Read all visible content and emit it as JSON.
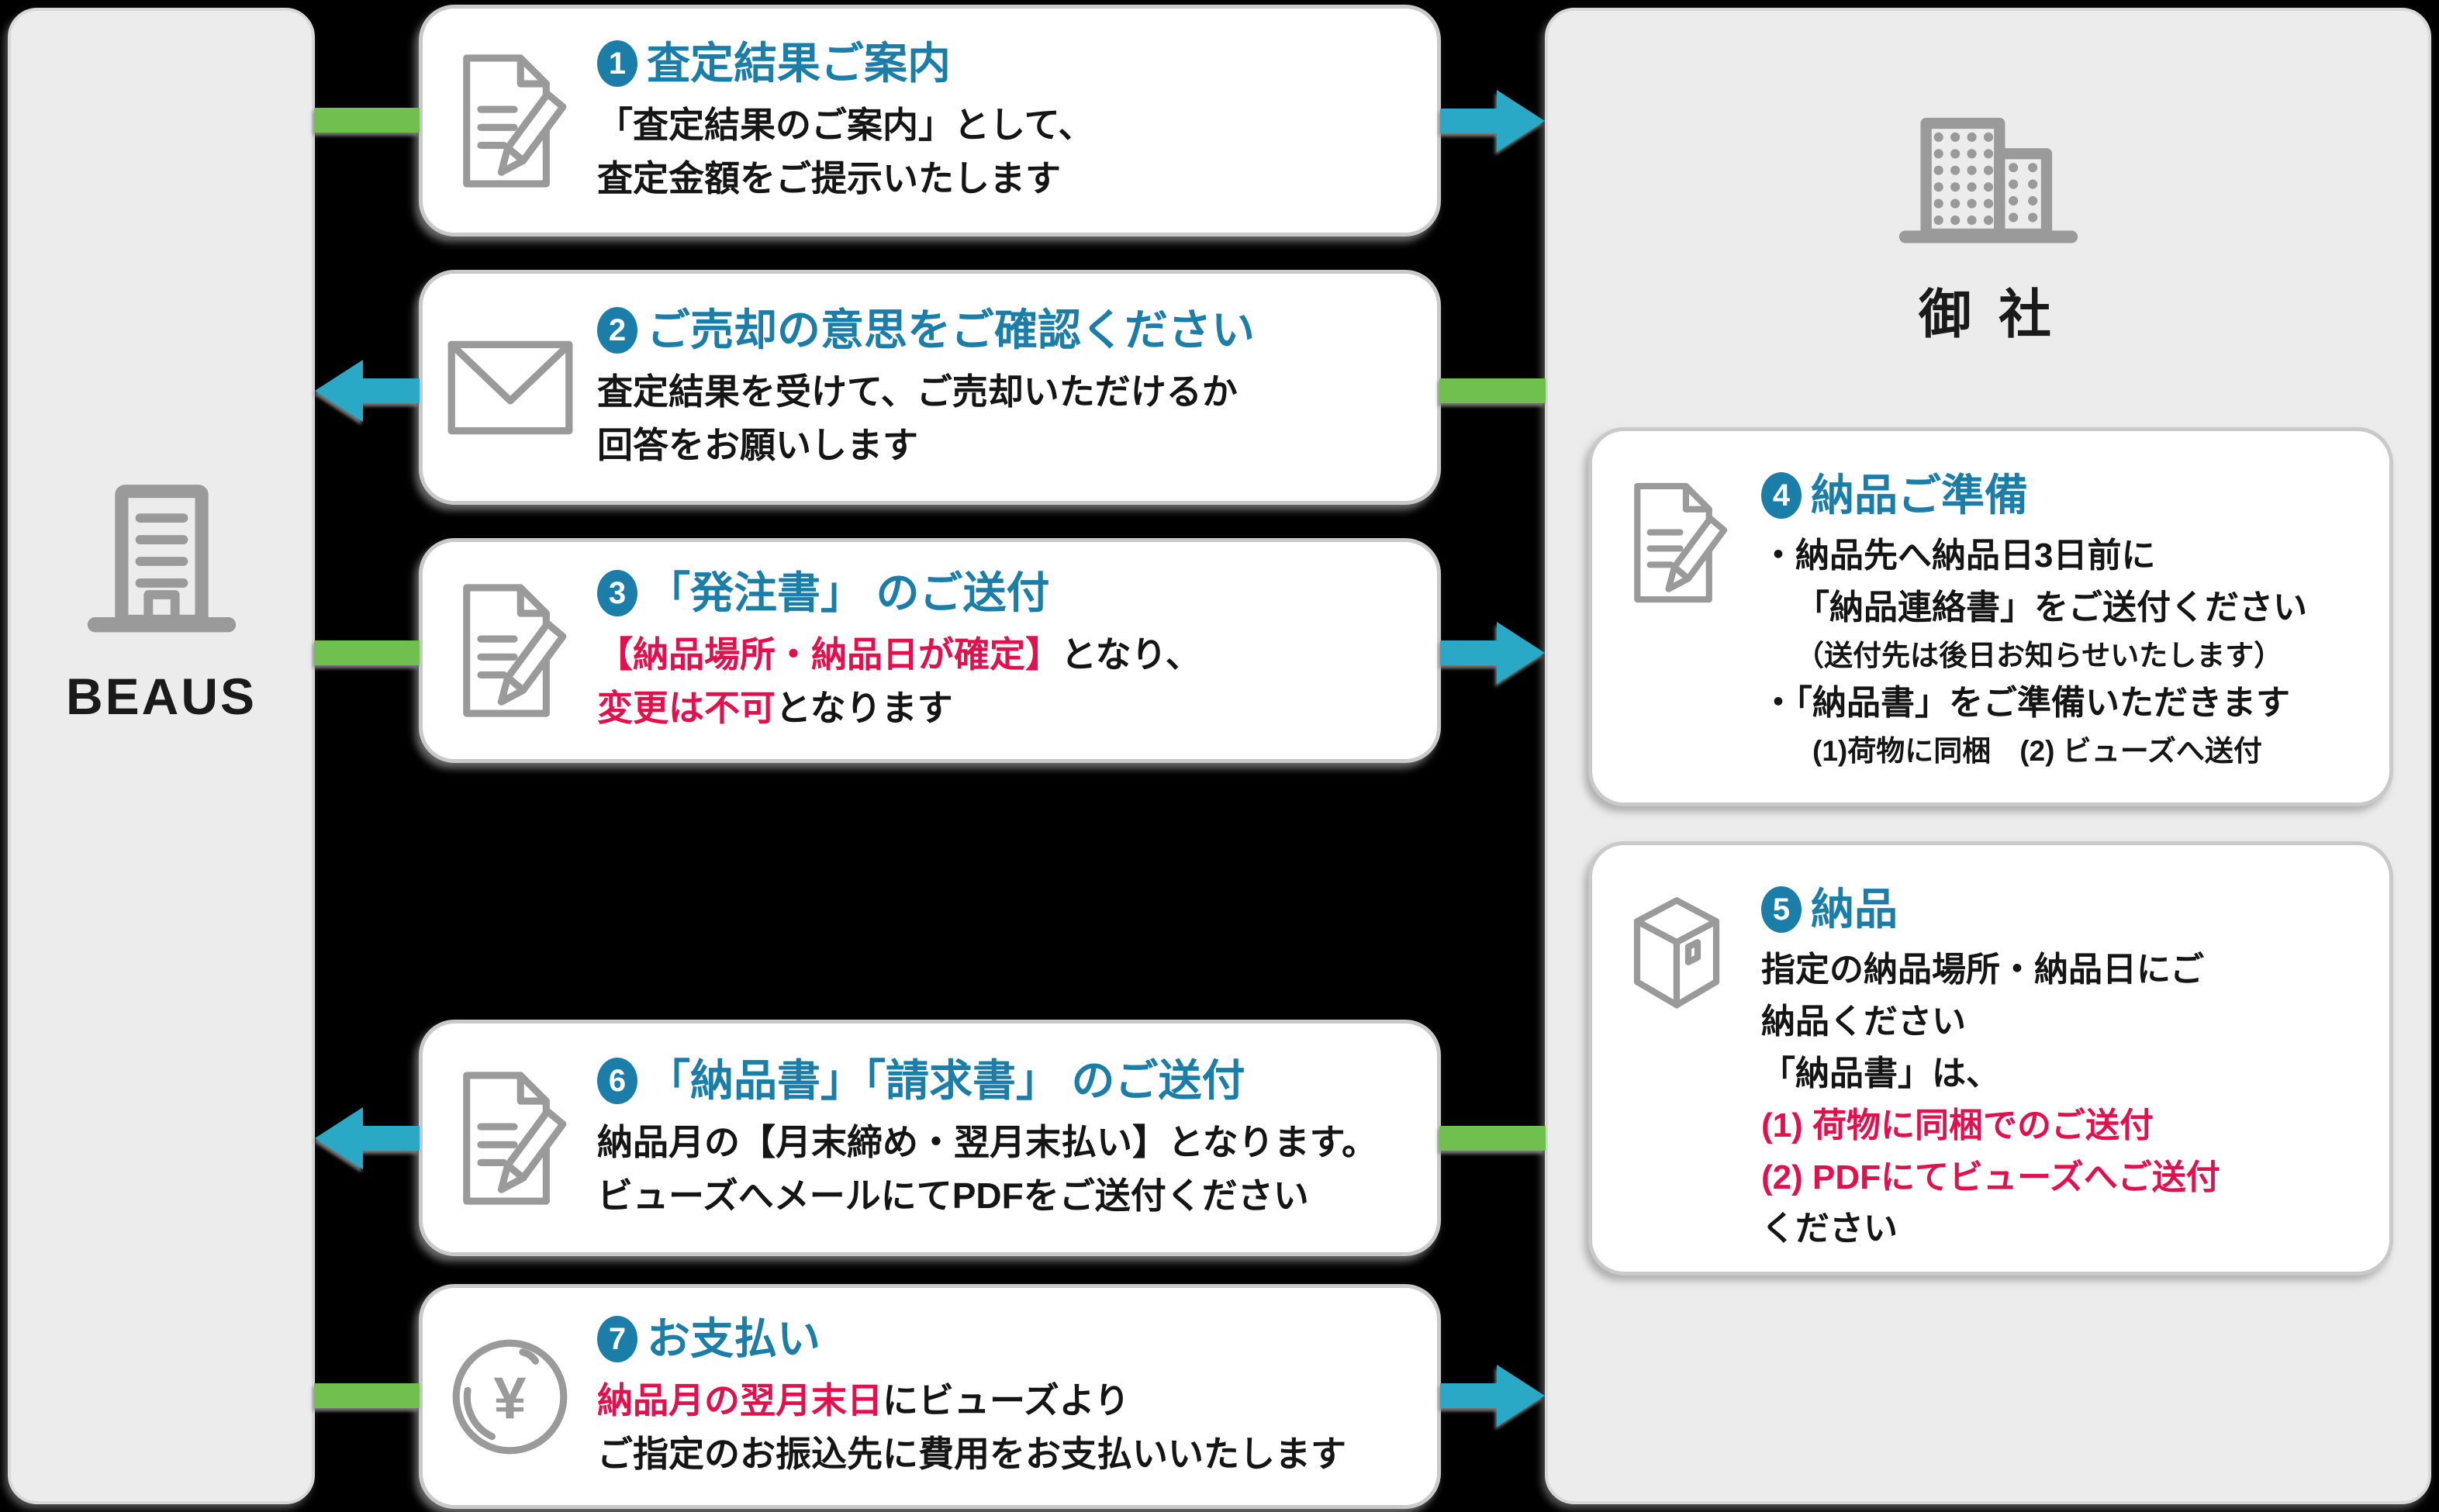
{
  "colors": {
    "accent_blue": "#1b7ea9",
    "arrow_teal": "#2aa9c7",
    "arrow_green": "#6fc04f",
    "alert_red": "#e2114e",
    "panel_gray": "#ececec",
    "card_border": "#c9c9c9"
  },
  "beaus": {
    "label": "BEAUS",
    "icon": "building-icon"
  },
  "company": {
    "label": "御 社",
    "icon": "buildings-icon"
  },
  "steps": {
    "s1": {
      "num": "1",
      "title": "査定結果ご案内",
      "icon": "document-pencil-icon",
      "line1": "「査定結果のご案内」として、",
      "line2": "査定金額をご提示いたします",
      "direction": "BEAUS→御社"
    },
    "s2": {
      "num": "2",
      "title": "ご売却の意思をご確認ください",
      "icon": "envelope-icon",
      "line1": "査定結果を受けて、ご売却いただけるか",
      "line2": "回答をお願いします",
      "direction": "御社→BEAUS"
    },
    "s3": {
      "num": "3",
      "title": "「発注書」 のご送付",
      "icon": "document-pencil-icon",
      "line1_red": "【納品場所・納品日が確定】",
      "line1_black": "となり、",
      "line2_red": "変更は不可",
      "line2_black": "となります",
      "direction": "BEAUS→御社"
    },
    "s4": {
      "num": "4",
      "title": "納品ご準備",
      "icon": "document-pencil-icon",
      "b1": "・納品先へ納品日3日前に",
      "b1b": "「納品連絡書」をご送付ください",
      "b1c": "（送付先は後日お知らせいたします）",
      "b2": "・「納品書」をご準備いただきます",
      "b2b": "(1)荷物に同梱　(2) ビューズへ送付"
    },
    "s5": {
      "num": "5",
      "title": "納品",
      "icon": "package-box-icon",
      "l1": "指定の納品場所・納品日にご",
      "l2": "納品ください",
      "l3": "「納品書」は、",
      "l4_red": "(1) 荷物に同梱でのご送付",
      "l5_red": "(2) PDFにてビューズへご送付",
      "l6": "ください"
    },
    "s6": {
      "num": "6",
      "title": "「納品書」「請求書」 のご送付",
      "icon": "document-pencil-icon",
      "line1": "納品月の【月末締め・翌月末払い】となります。",
      "line2": "ビューズへメールにてPDFをご送付ください",
      "direction": "御社→BEAUS"
    },
    "s7": {
      "num": "7",
      "title": "お支払い",
      "icon": "yen-coin-icon",
      "line1_red": "納品月の翌月末日",
      "line1_black": "にビューズより",
      "line2": "ご指定のお振込先に費用をお支払いいたします",
      "direction": "BEAUS→御社"
    }
  }
}
